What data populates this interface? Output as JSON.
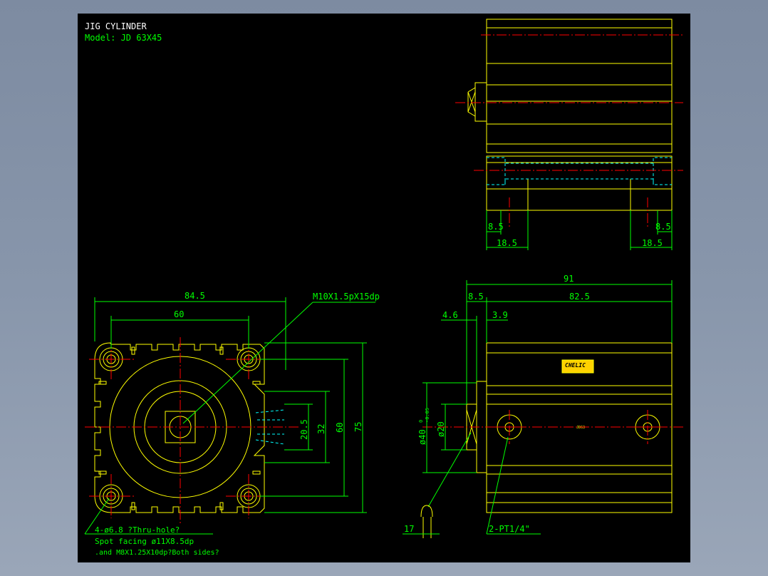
{
  "title_block": {
    "title": "JIG CYLINDER",
    "model": "Model: JD 63X45"
  },
  "top_view": {
    "dim_left_small": "8.5",
    "dim_right_small": "8.5",
    "dim_left_large": "18.5",
    "dim_right_large": "18.5"
  },
  "front_view": {
    "dim_width": "84.5",
    "dim_bolt_spacing": "60",
    "dim_height_75": "75",
    "dim_height_60": "60",
    "dim_port_32": "32",
    "dim_port_205": "20.5",
    "thread_callout": "M10X1.5pX15dp",
    "hole_note_1": "4-ø6.8  ?Thru-hole?",
    "hole_note_2": "Spot facing  ø11X8.5dp",
    "hole_note_3": ".and M8X1.25X10dp?Both sides?"
  },
  "side_view": {
    "dim_total": "91",
    "dim_body": "82.5",
    "dim_boss": "8.5",
    "dim_46": "4.6",
    "dim_39": "3.9",
    "dim_rod_dia": "ø20",
    "dim_boss_dia": "ø40",
    "dim_boss_tol_a": "0",
    "dim_boss_tol_b": "-0.05",
    "dim_17": "17",
    "port_note": "2-PT1/4\"",
    "label_brand": "CHELIC",
    "label_small": "JD63"
  },
  "colors": {
    "background": "#000000",
    "body_line": "#ffff00",
    "dimension": "#00ff00",
    "centerline": "#ff0000",
    "hidden": "#00ffff",
    "title_text": "#ffffff",
    "window_bg": "#8896ab"
  }
}
